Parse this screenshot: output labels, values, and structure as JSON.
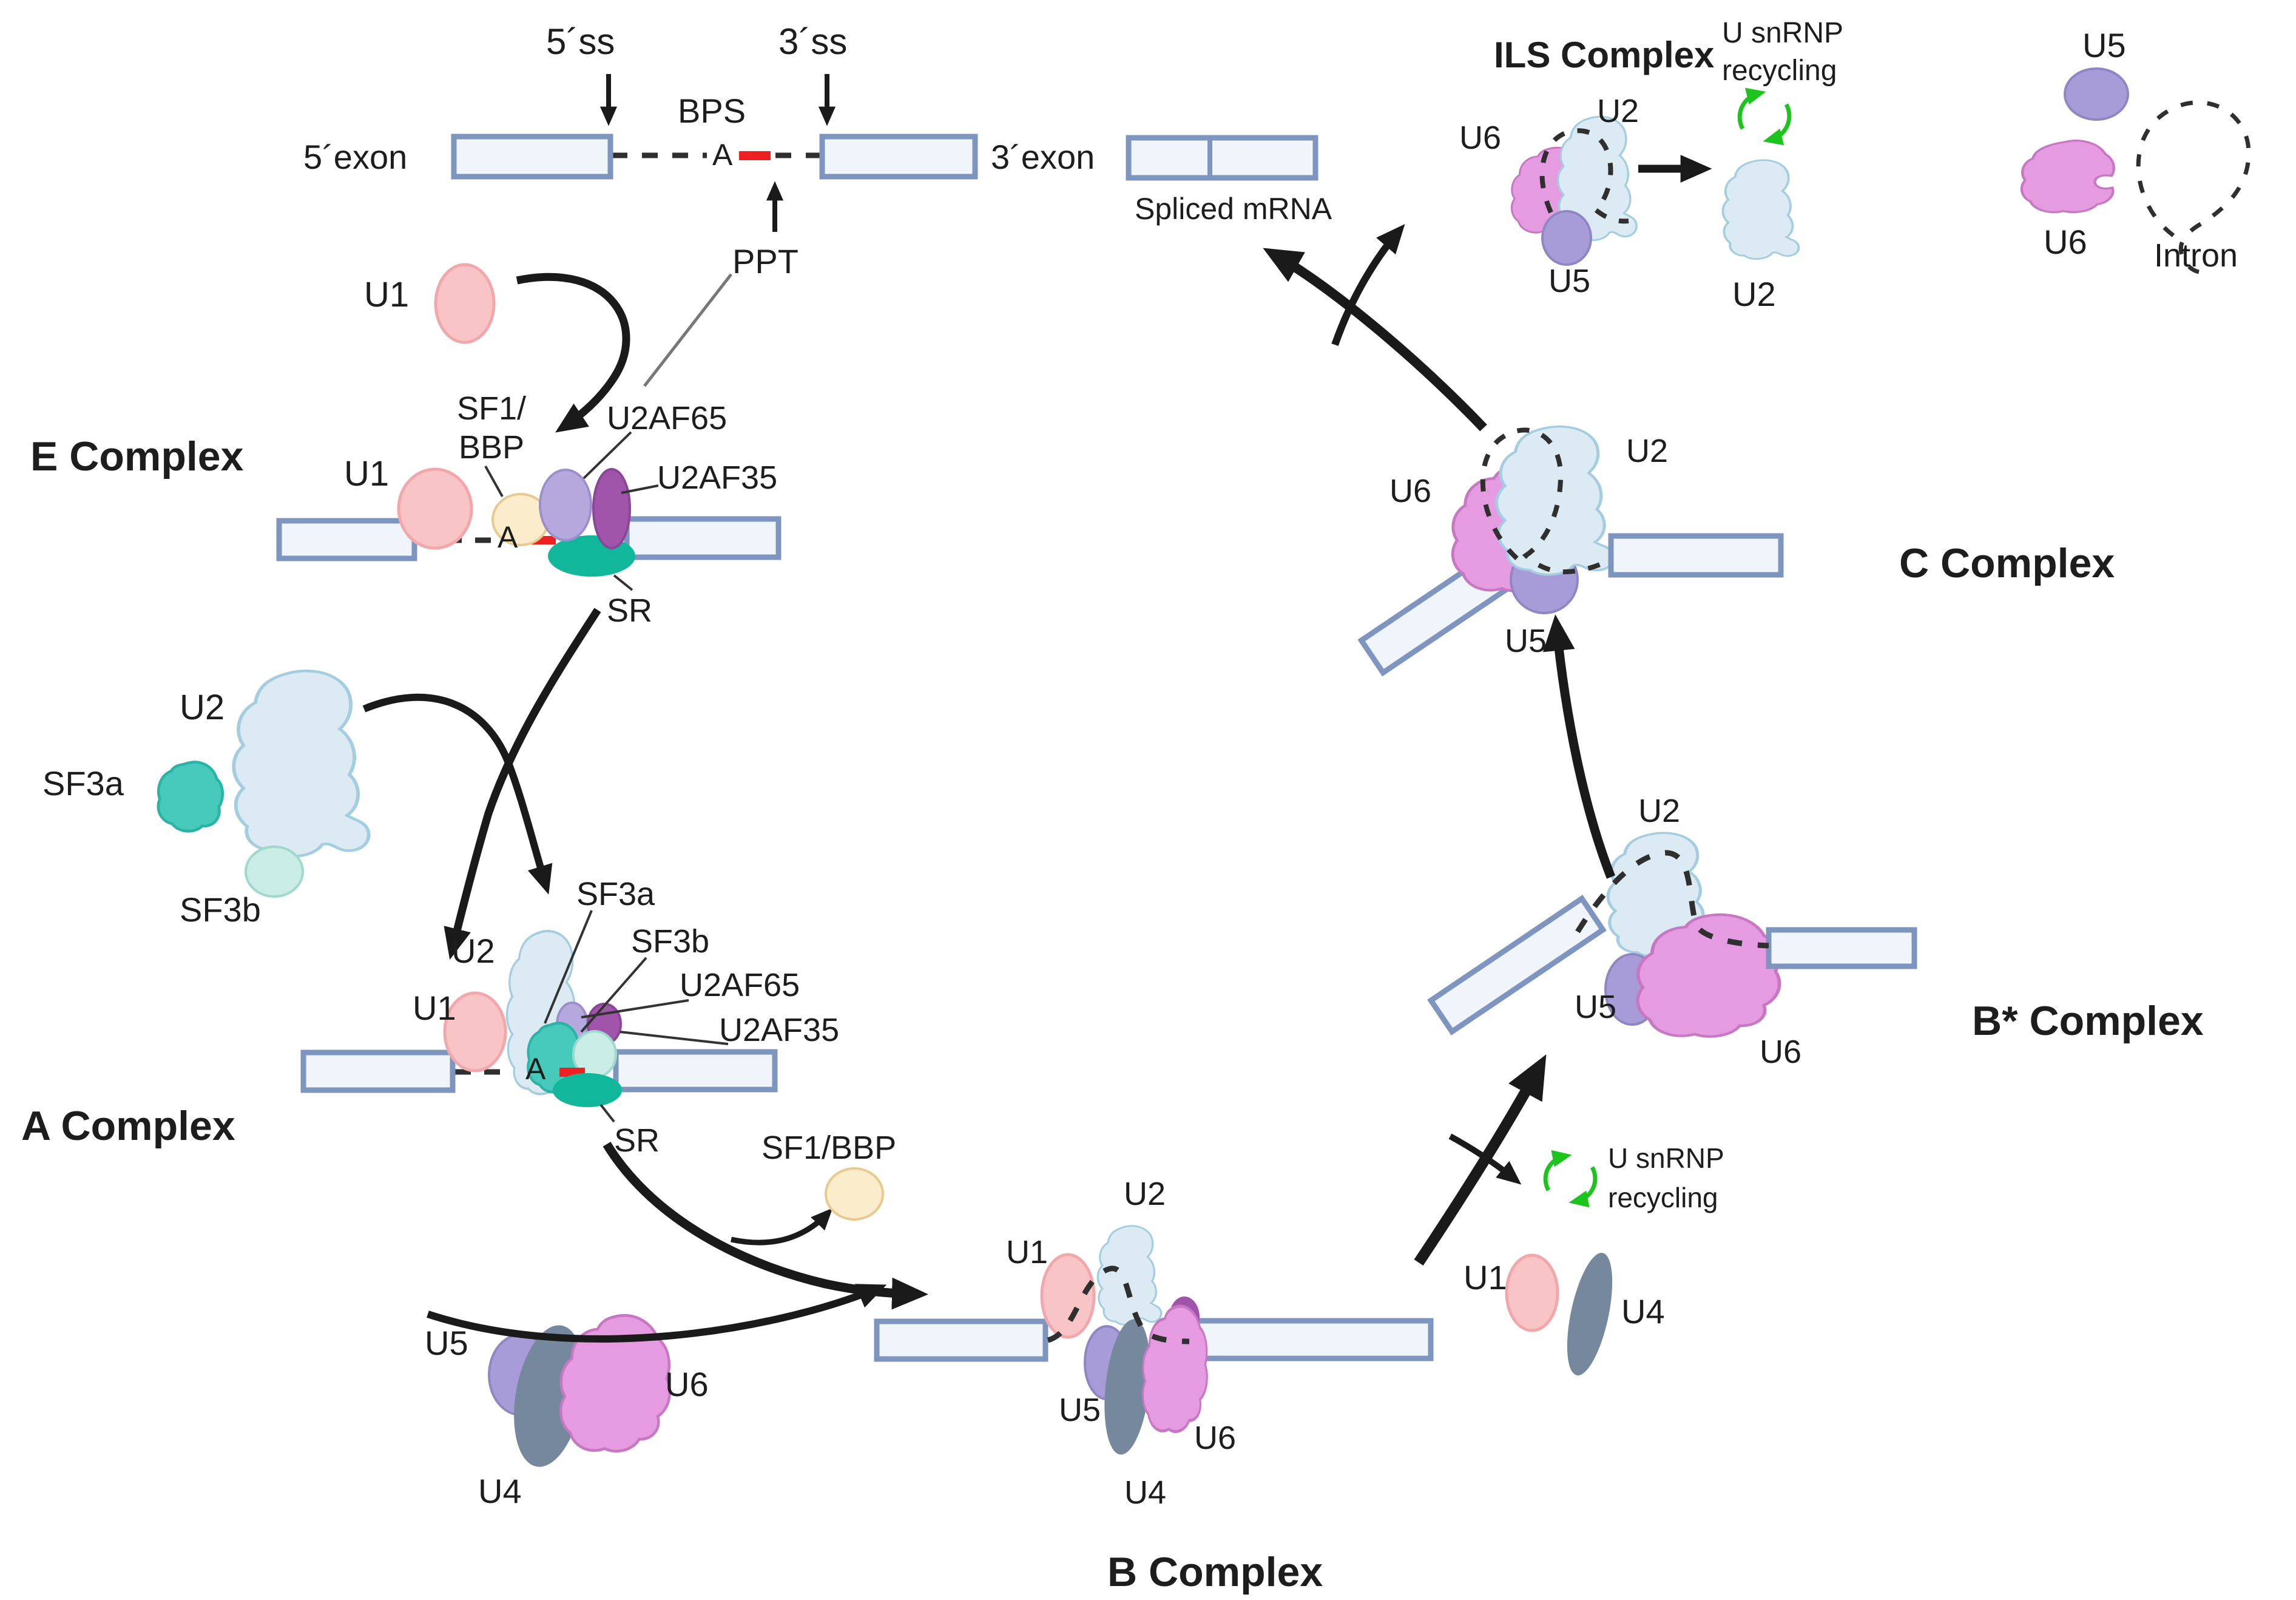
{
  "pre_mrna": {
    "five_ss": "5´ss",
    "three_ss": "3´ss",
    "bps": "BPS",
    "ppt": "PPT",
    "five_exon": "5´exon",
    "three_exon": "3´exon",
    "branch_a": "A"
  },
  "complexes": {
    "e": "E Complex",
    "a": "A Complex",
    "b": "B Complex",
    "b_star": "B* Complex",
    "c": "C Complex",
    "ils": "ILS Complex"
  },
  "snrnps": {
    "u1": "U1",
    "u2": "U2",
    "u4": "U4",
    "u5": "U5",
    "u6": "U6"
  },
  "factors": {
    "sf1_bbp_two_line": "SF1/\nBBP",
    "sf1_bbp": "SF1/BBP",
    "u2af65": "U2AF65",
    "u2af35": "U2AF35",
    "sr": "SR",
    "sf3a": "SF3a",
    "sf3b": "SF3b"
  },
  "annotations": {
    "spliced_mrna": "Spliced mRNA",
    "u_snrnp_recycling": "U snRNP\nrecycling",
    "intron": "Intron"
  },
  "colors": {
    "u1": "#f9c4c6",
    "u2": "#dcebf3",
    "u4": "#76889e",
    "u5": "#a89cd8",
    "u6": "#e59be0",
    "sf3a": "#47c9bc",
    "sf3b": "#c9ece5",
    "sr": "#10b79a",
    "sf1_bbp": "#fbeccb",
    "u2af65": "#b4a8dc",
    "u2af35": "#a055ab",
    "exon_fill": "#f0f4fb",
    "exon_stroke": "#7e95c0",
    "branch_red": "#ee2020",
    "recycle_green": "#1ec41e",
    "arrow": "#1a1a1a",
    "dash": "#2f2f2f"
  }
}
